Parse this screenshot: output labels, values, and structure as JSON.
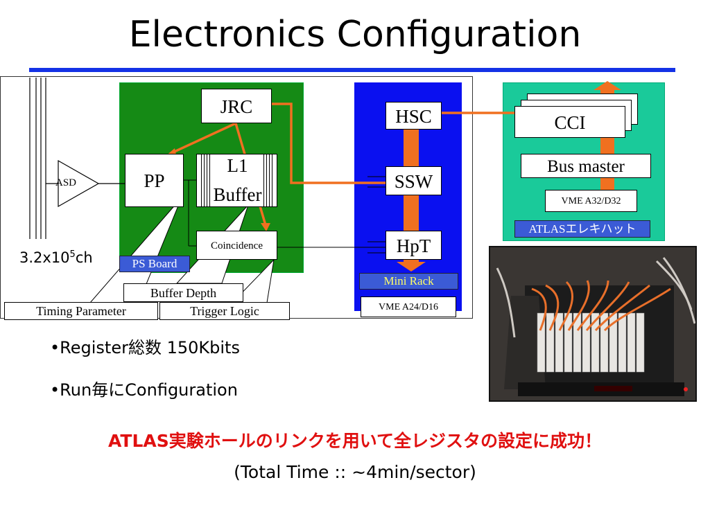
{
  "title": "Electronics Configuration",
  "diagram": {
    "channel_count": "3.2x10",
    "channel_count_sup": "5",
    "channel_count_unit": "ch",
    "asd": "ASD",
    "pp": "PP",
    "l1_buffer_line1": "L1",
    "l1_buffer_line2": "Buffer",
    "jrc": "JRC",
    "coincidence": "Coincidence",
    "board_label": "PS Board",
    "hsc": "HSC",
    "ssw": "SSW",
    "hpt": "HpT",
    "mini_rack": "Mini Rack",
    "vme_a24": "VME A24/D16",
    "cci": "CCI",
    "bus_master": "Bus master",
    "vme_a32": "VME A32/D32",
    "atlas_electronics": "ATLASエレキハット",
    "buffer_depth": "Buffer Depth",
    "timing_parameter": "Timing Parameter",
    "trigger_logic": "Trigger Logic"
  },
  "bullets": [
    "•Register総数 150Kbits",
    "•Run毎にConfiguration"
  ],
  "conclusion": "ATLAS実験ホールのリンクを用いて全レジスタの設定に成功！",
  "total_time": "(Total Time :: ~4min/sector)",
  "colors": {
    "accent_rule": "#1432e6",
    "board_green": "#158a15",
    "rack_blue": "#0a10f0",
    "hut_teal": "#1aca9a",
    "link_orange": "#f07020",
    "highlight_red": "#e01010"
  }
}
